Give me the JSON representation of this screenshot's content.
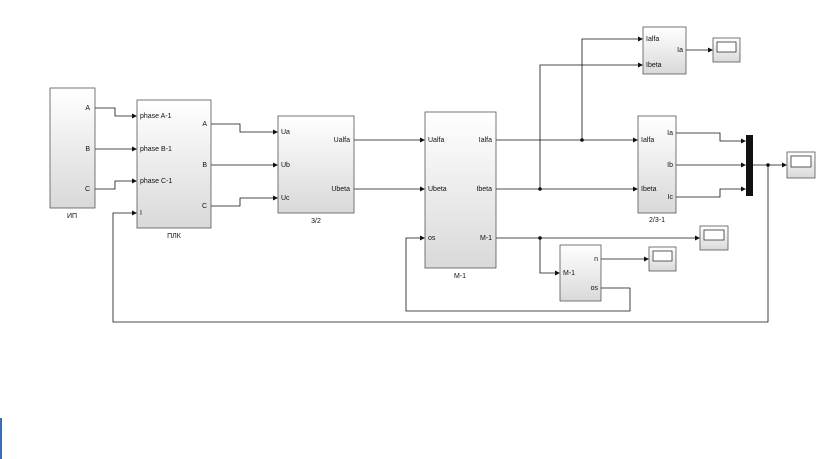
{
  "blocks": {
    "ip": {
      "name": "ИП",
      "outputs": [
        "A",
        "B",
        "C"
      ]
    },
    "plk": {
      "name": "ПЛК",
      "inputs": [
        "phase A-1",
        "phase B-1",
        "phase C-1",
        "I"
      ],
      "outputs": [
        "A",
        "B",
        "C"
      ]
    },
    "b32": {
      "name": "3/2",
      "inputs": [
        "Ua",
        "Ub",
        "Uc"
      ],
      "outputs": [
        "Ualfa",
        "Ubeta"
      ]
    },
    "m1": {
      "name": "M-1",
      "inputs": [
        "Ualfa",
        "Ubeta",
        "os"
      ],
      "outputs": [
        "Ialfa",
        "Ibeta",
        "M-1"
      ]
    },
    "top_conv": {
      "inputs": [
        "Ialfa",
        "Ibeta"
      ],
      "outputs": [
        "Ia"
      ]
    },
    "b231": {
      "name": "2/3-1",
      "inputs": [
        "Ialfa",
        "Ibeta"
      ],
      "outputs": [
        "Ia",
        "Ib",
        "Ic"
      ]
    },
    "speed": {
      "inputs": [
        "M-1"
      ],
      "outputs": [
        "n",
        "os"
      ]
    }
  },
  "colors": {
    "block_top": "#ffffff",
    "block_bottom": "#d9d9d9",
    "wire": "#111111",
    "accent": "#3a6fb5"
  }
}
